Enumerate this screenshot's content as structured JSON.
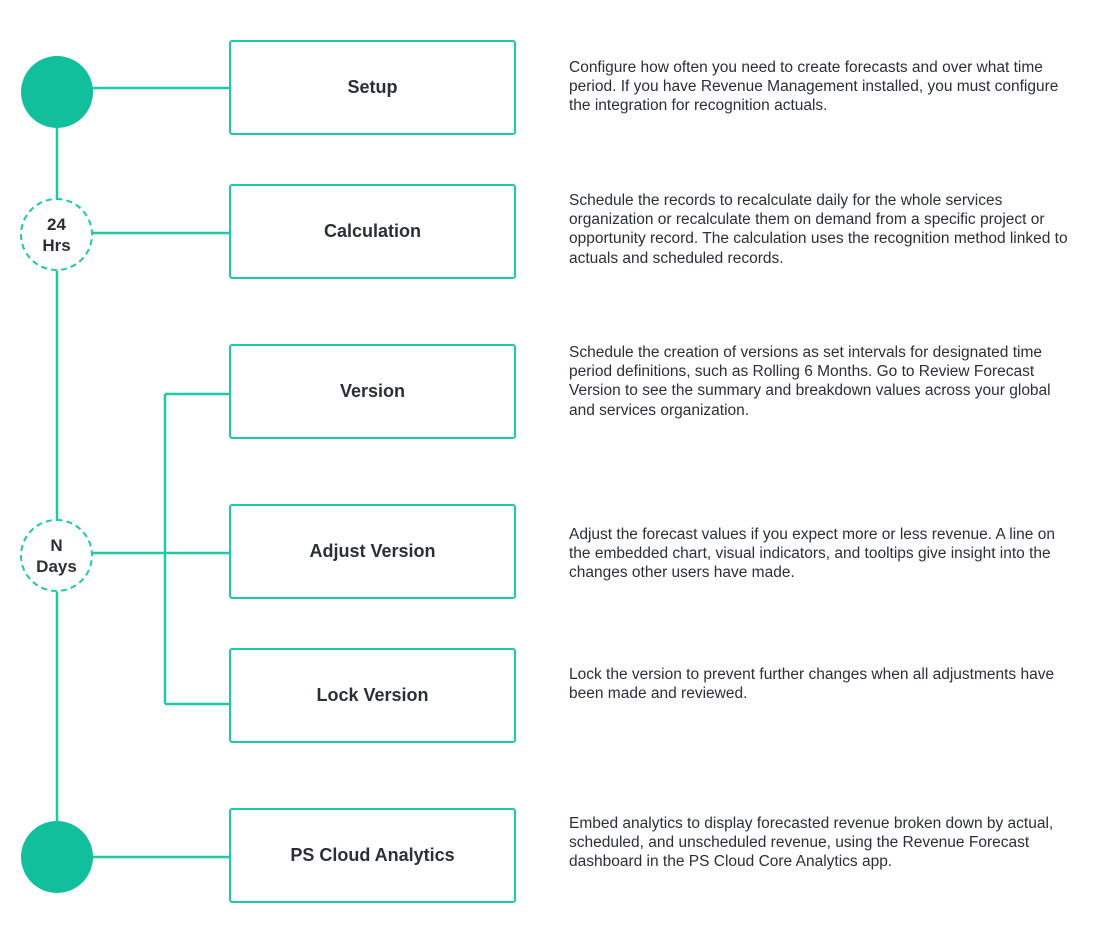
{
  "steps": [
    {
      "label": "Setup",
      "description": "Configure how often you need to create forecasts and over what time period. If you have Revenue Management installed, you must configure the integration for recognition actuals."
    },
    {
      "label": "Calculation",
      "description": "Schedule the records to recalculate daily for the whole services organization or recalculate them on demand from a specific project or opportunity record. The calculation uses the recognition method linked to actuals and scheduled records."
    },
    {
      "label": "Version",
      "description": "Schedule the creation of versions as set intervals for designated time period definitions, such as Rolling 6 Months. Go to Review Forecast Version to see the summary and breakdown values across your global and services organization."
    },
    {
      "label": "Adjust Version",
      "description": "Adjust the forecast values if you expect more or less revenue. A line on the embedded chart, visual indicators, and tooltips give insight into the changes other users have made."
    },
    {
      "label": "Lock Version",
      "description": "Lock the version to prevent further changes when all adjustments have been made and reviewed."
    },
    {
      "label": "PS Cloud Analytics",
      "description": "Embed analytics to display forecasted revenue broken down by actual, scheduled, and unscheduled revenue, using the Revenue Forecast dashboard in the PS Cloud Core Analytics app."
    }
  ],
  "intervals": [
    {
      "line1": "24",
      "line2": "Hrs"
    },
    {
      "line1": "N",
      "line2": "Days"
    }
  ],
  "colors": {
    "accent": "#1ec8a8",
    "milestone_fill": "#12bf9d",
    "text": "#2b2f36"
  }
}
